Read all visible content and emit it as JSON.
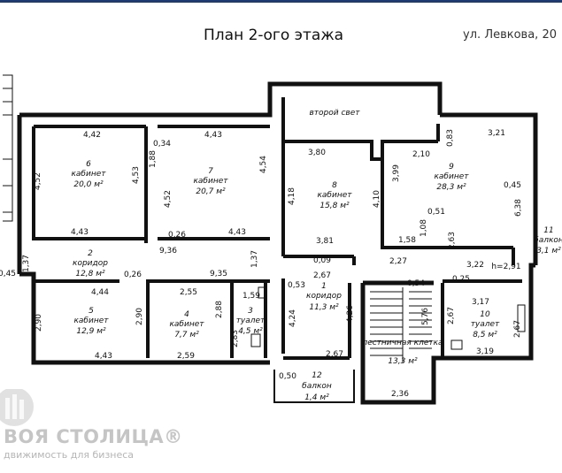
{
  "header": {
    "title": "План 2-ого этажа",
    "address": "ул. Левкова, 20"
  },
  "watermark": {
    "name": "ВОЯ СТОЛИЦА®",
    "tagline": "движимость для бизнеса"
  },
  "rooms": [
    {
      "num": "1",
      "name": "коридор",
      "area": "11,3 м²"
    },
    {
      "num": "2",
      "name": "коридор",
      "area": "12,8 м²"
    },
    {
      "num": "3",
      "name": "туалет",
      "area": "4,5 м²"
    },
    {
      "num": "4",
      "name": "кабинет",
      "area": "7,7 м²"
    },
    {
      "num": "5",
      "name": "кабинет",
      "area": "12,9 м²"
    },
    {
      "num": "6",
      "name": "кабинет",
      "area": "20,0 м²"
    },
    {
      "num": "7",
      "name": "кабинет",
      "area": "20,7 м²"
    },
    {
      "num": "8",
      "name": "кабинет",
      "area": "15,8 м²"
    },
    {
      "num": "9",
      "name": "кабинет",
      "area": "28,3 м²"
    },
    {
      "num": "10",
      "name": "туалет",
      "area": "8,5 м²"
    },
    {
      "num": "11",
      "name": "балкон",
      "area": "3,1 м²"
    },
    {
      "num": "12",
      "name": "балкон",
      "area": "1,4 м²"
    },
    {
      "num": "",
      "name": "лестничная клетка",
      "area": "13,3 м²"
    }
  ],
  "labels": {
    "second_light": "второй свет",
    "height": "h=2,91"
  },
  "dimensions": [
    "4,42",
    "4,43",
    "0,34",
    "1,88",
    "4,52",
    "4,53",
    "4,52",
    "4,54",
    "4,43",
    "0,26",
    "4,43",
    "9,36",
    "1,37",
    "0,26",
    "4,44",
    "2,55",
    "9,35",
    "1,37",
    "2,90",
    "2,90",
    "2,88",
    "1,59",
    "2,83",
    "4,43",
    "2,59",
    "0,45",
    "3,80",
    "4,18",
    "4,10",
    "3,81",
    "0,09",
    "2,67",
    "0,53",
    "4,24",
    "4,26",
    "0,50",
    "2,67",
    "2,36",
    "0,54",
    "5,76",
    "2,27",
    "0,83",
    "3,21",
    "2,10",
    "3,99",
    "0,45",
    "6,38",
    "0,51",
    "1,08",
    "2,63",
    "1,58",
    "3,22",
    "0,25",
    "3,17",
    "2,67",
    "2,67",
    "3,19"
  ]
}
